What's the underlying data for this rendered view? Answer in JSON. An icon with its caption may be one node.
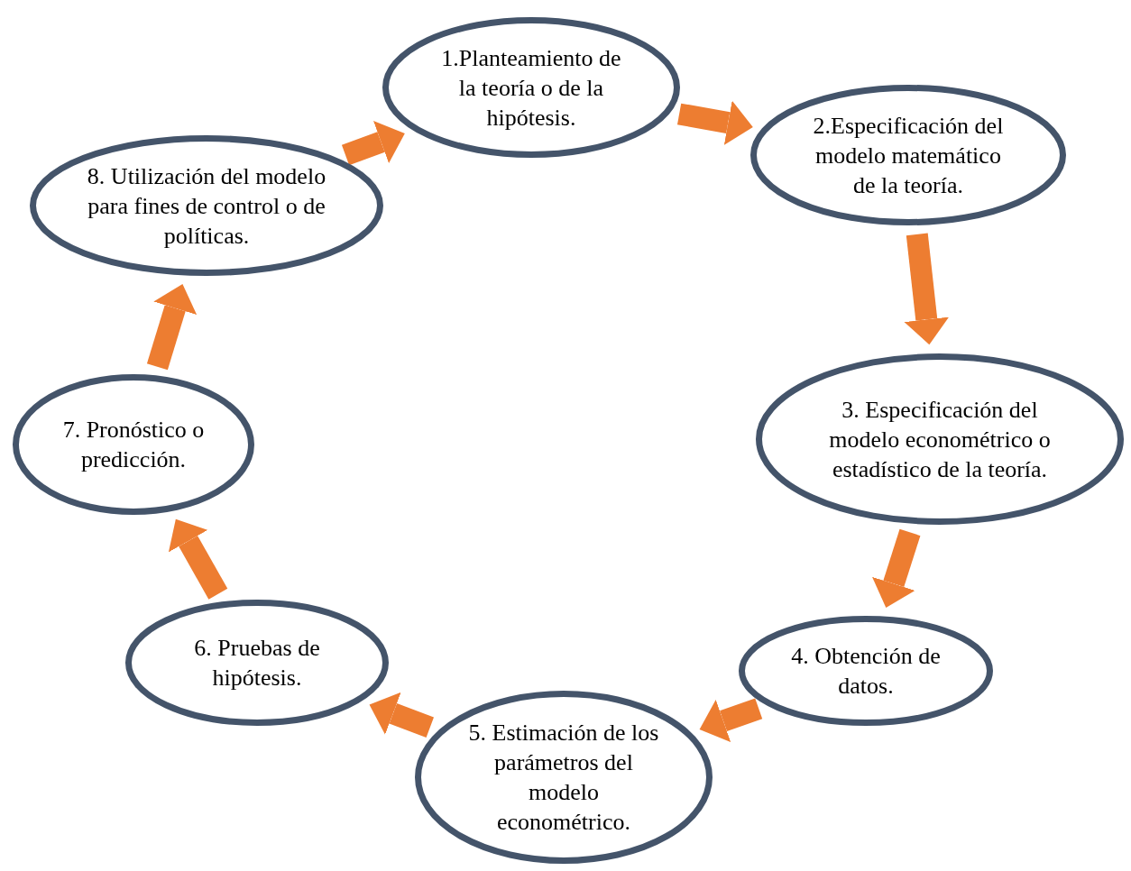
{
  "diagram": {
    "nodes": [
      {
        "text": [
          "1.Planteamiento de la teoría o de la hipótesis."
        ]
      },
      {
        "text": [
          "2.Especificación del modelo matemático de la teoría."
        ]
      },
      {
        "text": [
          "3. Especificación del modelo econométrico o estadístico de la teoría."
        ]
      },
      {
        "text": [
          "4. Obtención de datos."
        ]
      },
      {
        "text": [
          "5. Estimación de los parámetros del modelo econométrico."
        ]
      },
      {
        "text": [
          "6. Pruebas de hipótesis."
        ]
      },
      {
        "text": [
          "7. Pronóstico o predicción."
        ]
      },
      {
        "text": [
          "8. Utilización del modelo para fines de control o de políticas."
        ]
      }
    ],
    "edges": [
      {
        "from": 0,
        "to": 1,
        "arrow": "to"
      },
      {
        "from": 1,
        "to": 2,
        "arrow": "to"
      },
      {
        "from": 2,
        "to": 3,
        "arrow": "to"
      },
      {
        "from": 3,
        "to": 4,
        "arrow": "to"
      },
      {
        "from": 4,
        "to": 5,
        "arrow": "to"
      },
      {
        "from": 5,
        "to": 6,
        "arrow": "to"
      },
      {
        "from": 6,
        "to": 7,
        "arrow": "to"
      },
      {
        "from": 7,
        "to": 0,
        "arrow": "to"
      }
    ]
  }
}
